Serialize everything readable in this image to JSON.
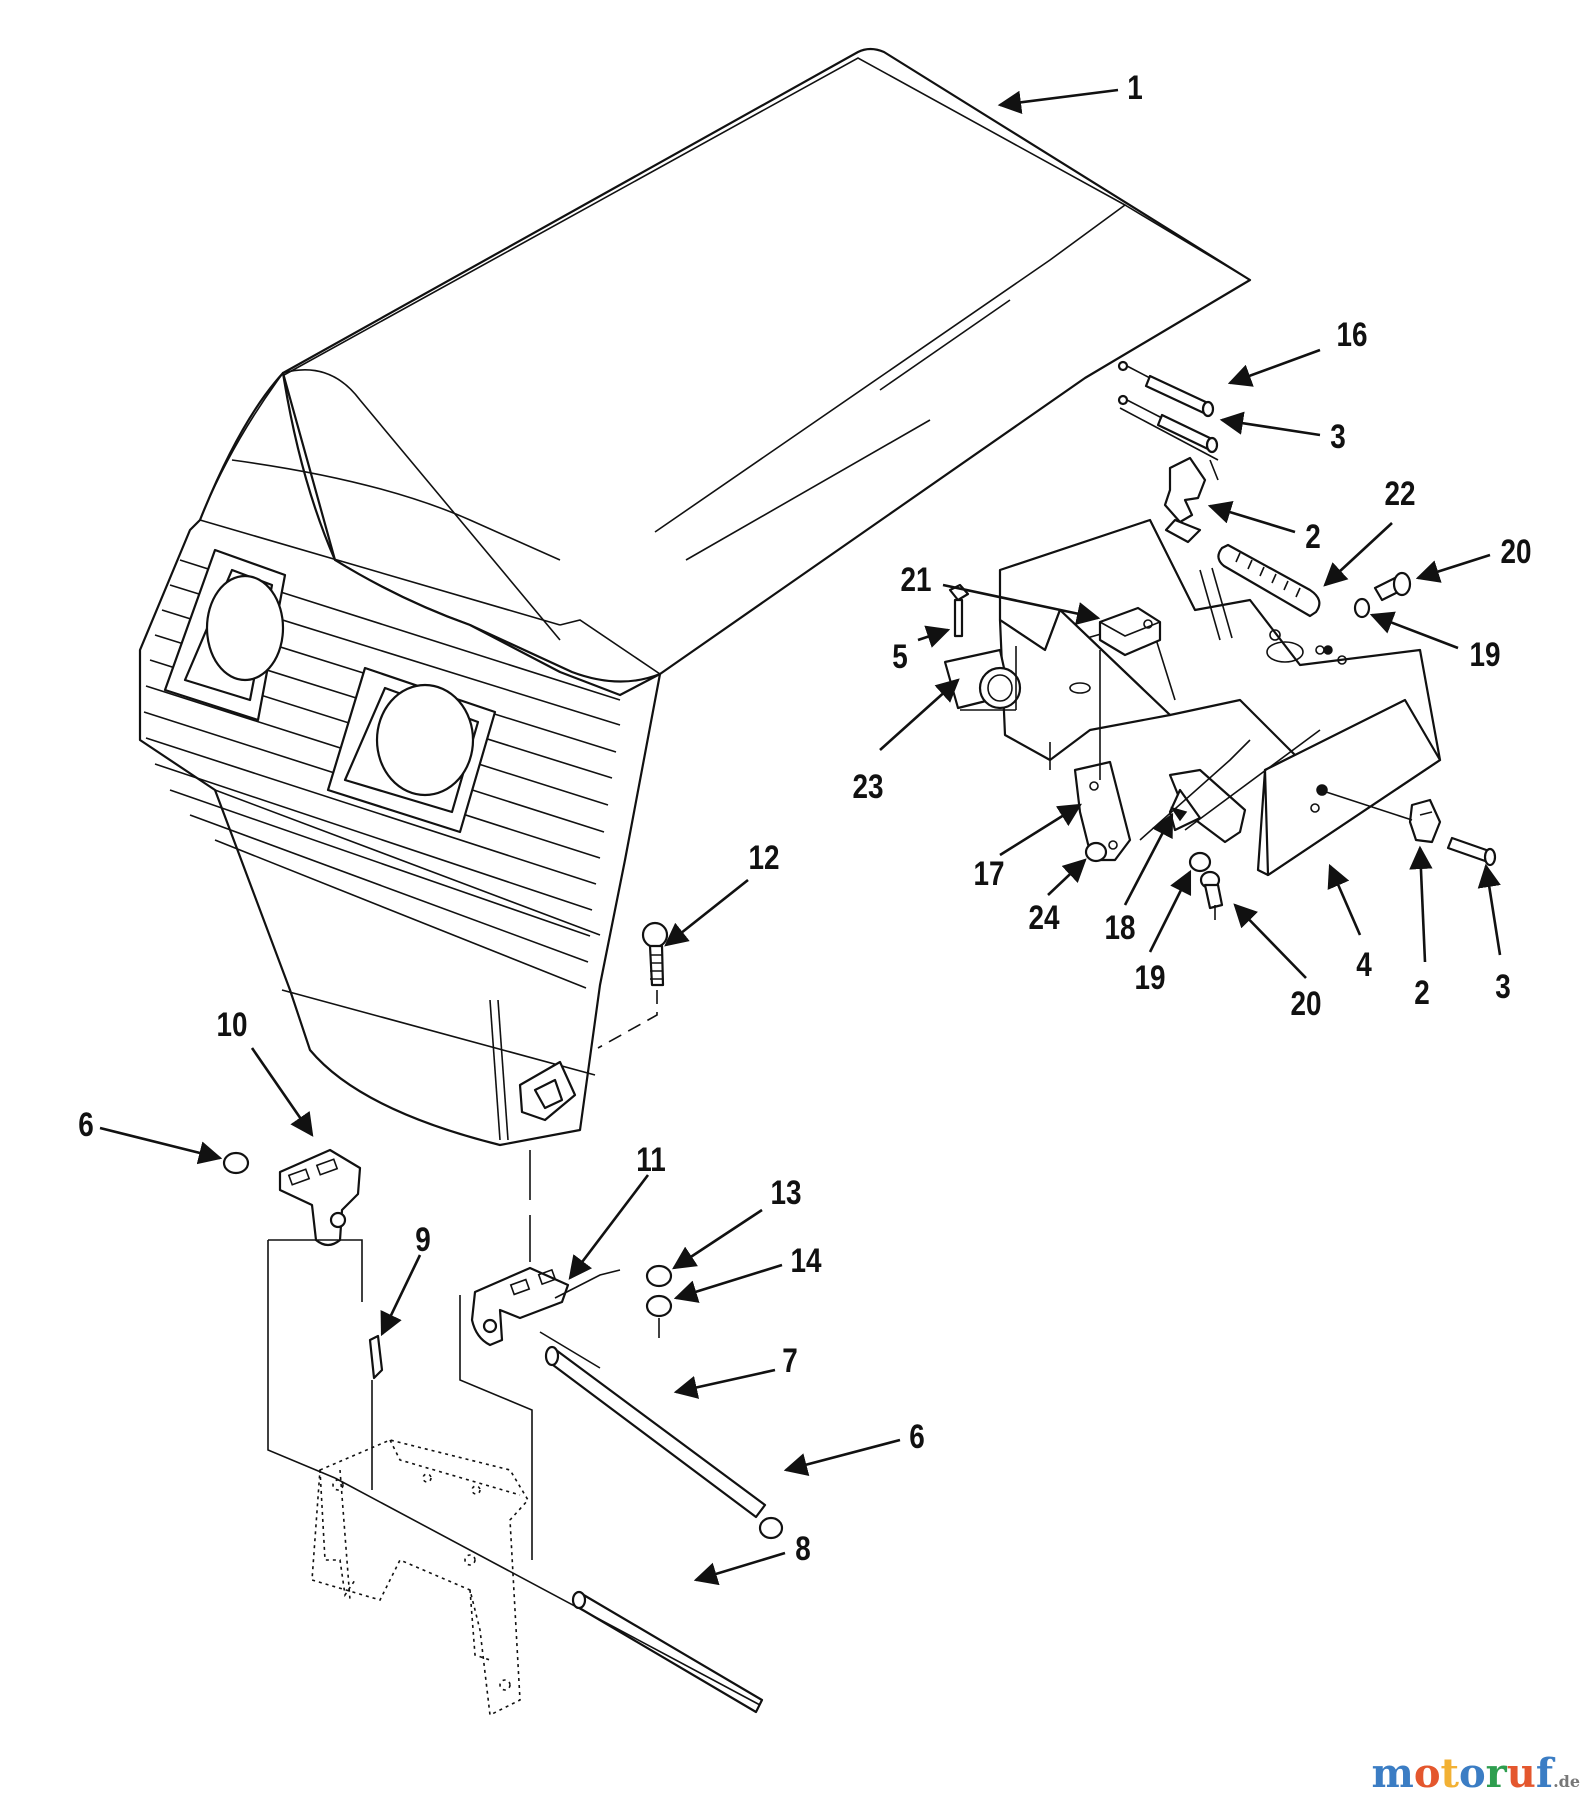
{
  "callouts": [
    {
      "id": "1",
      "text": "1"
    },
    {
      "id": "16",
      "text": "16"
    },
    {
      "id": "3a",
      "text": "3"
    },
    {
      "id": "2a",
      "text": "2"
    },
    {
      "id": "22",
      "text": "22"
    },
    {
      "id": "20a",
      "text": "20"
    },
    {
      "id": "21",
      "text": "21"
    },
    {
      "id": "19a",
      "text": "19"
    },
    {
      "id": "5",
      "text": "5"
    },
    {
      "id": "23",
      "text": "23"
    },
    {
      "id": "17",
      "text": "17"
    },
    {
      "id": "24",
      "text": "24"
    },
    {
      "id": "18",
      "text": "18"
    },
    {
      "id": "19b",
      "text": "19"
    },
    {
      "id": "20b",
      "text": "20"
    },
    {
      "id": "4",
      "text": "4"
    },
    {
      "id": "2b",
      "text": "2"
    },
    {
      "id": "3b",
      "text": "3"
    },
    {
      "id": "12",
      "text": "12"
    },
    {
      "id": "10",
      "text": "10"
    },
    {
      "id": "6a",
      "text": "6"
    },
    {
      "id": "11",
      "text": "11"
    },
    {
      "id": "13",
      "text": "13"
    },
    {
      "id": "14",
      "text": "14"
    },
    {
      "id": "9",
      "text": "9"
    },
    {
      "id": "7",
      "text": "7"
    },
    {
      "id": "6b",
      "text": "6"
    },
    {
      "id": "8",
      "text": "8"
    }
  ],
  "watermark": {
    "letters": [
      "m",
      "o",
      "t",
      "o",
      "r",
      "u",
      "f"
    ],
    "letter_colors": [
      "#3b7dc4",
      "#e4572e",
      "#f2b134",
      "#3b7dc4",
      "#2e9e4f",
      "#e4572e",
      "#3b7dc4"
    ],
    "suffix": ".de"
  }
}
